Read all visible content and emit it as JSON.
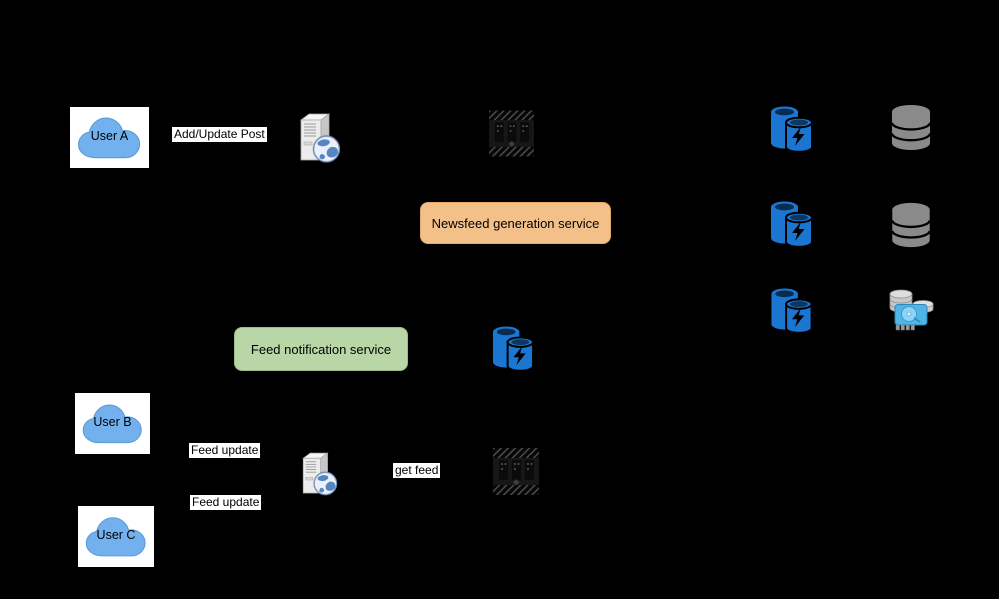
{
  "diagram": {
    "background_color": "#000000",
    "users": {
      "user_a": {
        "label": "User A"
      },
      "user_b": {
        "label": "User B"
      },
      "user_c": {
        "label": "User C"
      }
    },
    "services": {
      "newsfeed_generation": {
        "label": "Newsfeed generation service",
        "fill_color": "#F4C08A"
      },
      "feed_notification": {
        "label": "Feed notification service",
        "fill_color": "#B9D6A6"
      }
    },
    "edge_labels": {
      "add_update_post": "Add/Update Post",
      "feed_update_user_b": "Feed update",
      "feed_update_user_c": "Feed update",
      "get_feed": "get feed"
    },
    "icons": {
      "cloud": "cloud-icon",
      "web_server": "web-server-icon",
      "message_queue": "message-queue-icon",
      "cache": "cache-icon",
      "database": "database-icon",
      "disk_storage": "disk-storage-icon"
    },
    "colors": {
      "cloud_blue": "#72B1EE",
      "cache_blue": "#1B76D1",
      "database_gray": "#8A8A8A",
      "service_orange": "#F4C08A",
      "service_green": "#B9D6A6",
      "label_background": "#FFFFFF",
      "text": "#000000"
    }
  }
}
